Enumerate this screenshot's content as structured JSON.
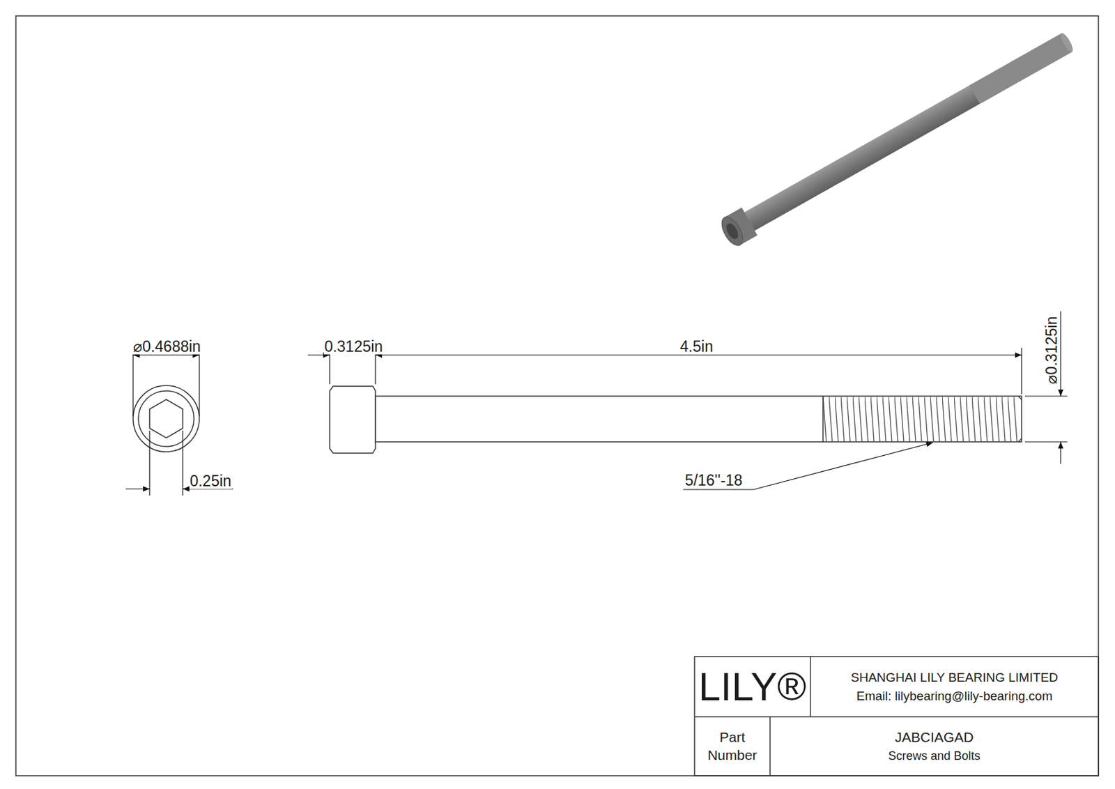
{
  "diagram": {
    "nodes": [
      {
        "text": [
          "LILY®"
        ]
      },
      {
        "text": [
          "SHANGHAI LILY BEARING LIMITED",
          "Email: lilybearing@lily-bearing.com"
        ]
      },
      {
        "text": [
          "Part Number"
        ]
      },
      {
        "text": [
          "JABCIAGAD",
          "Screws and Bolts"
        ]
      }
    ],
    "labels": [
      "⌀0.4688in",
      "0.25in",
      "0.3125in",
      "4.5in",
      "⌀0.3125in",
      "5/16''-18"
    ]
  }
}
